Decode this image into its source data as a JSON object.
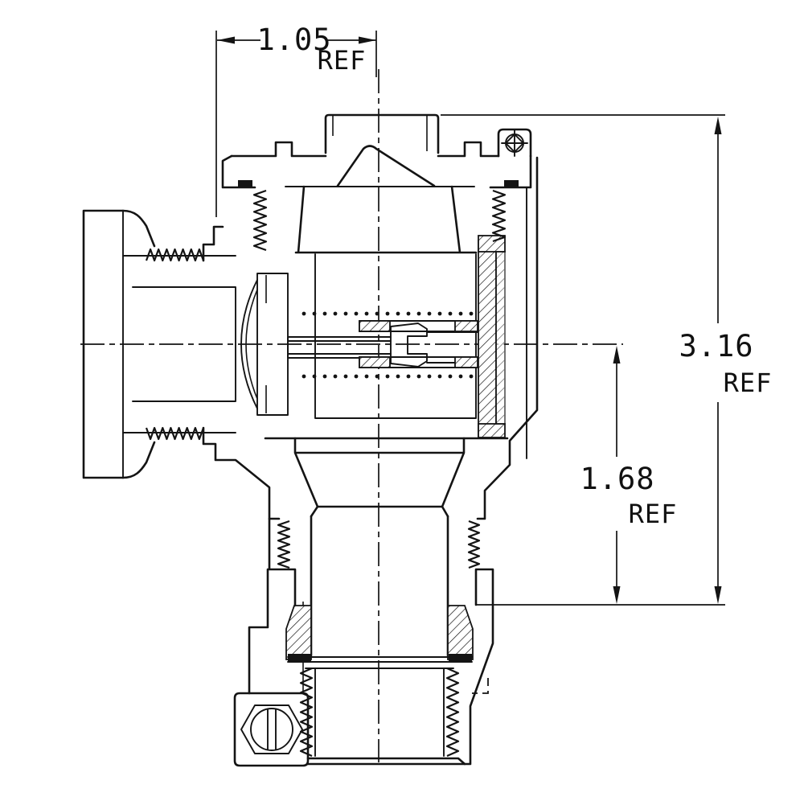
{
  "drawing": {
    "type": "cross-section engineering drawing",
    "subject": "right-angle connector assembly, sectioned side view",
    "colors": {
      "line": "#141414",
      "background": "#ffffff"
    },
    "dimensions": {
      "top_width": {
        "value": "1.05",
        "qualifier": "REF",
        "orientation": "horizontal"
      },
      "overall_height": {
        "value": "3.16",
        "qualifier": "REF",
        "orientation": "vertical"
      },
      "centerline_to_base": {
        "value": "1.68",
        "qualifier": "REF",
        "orientation": "vertical"
      }
    }
  }
}
